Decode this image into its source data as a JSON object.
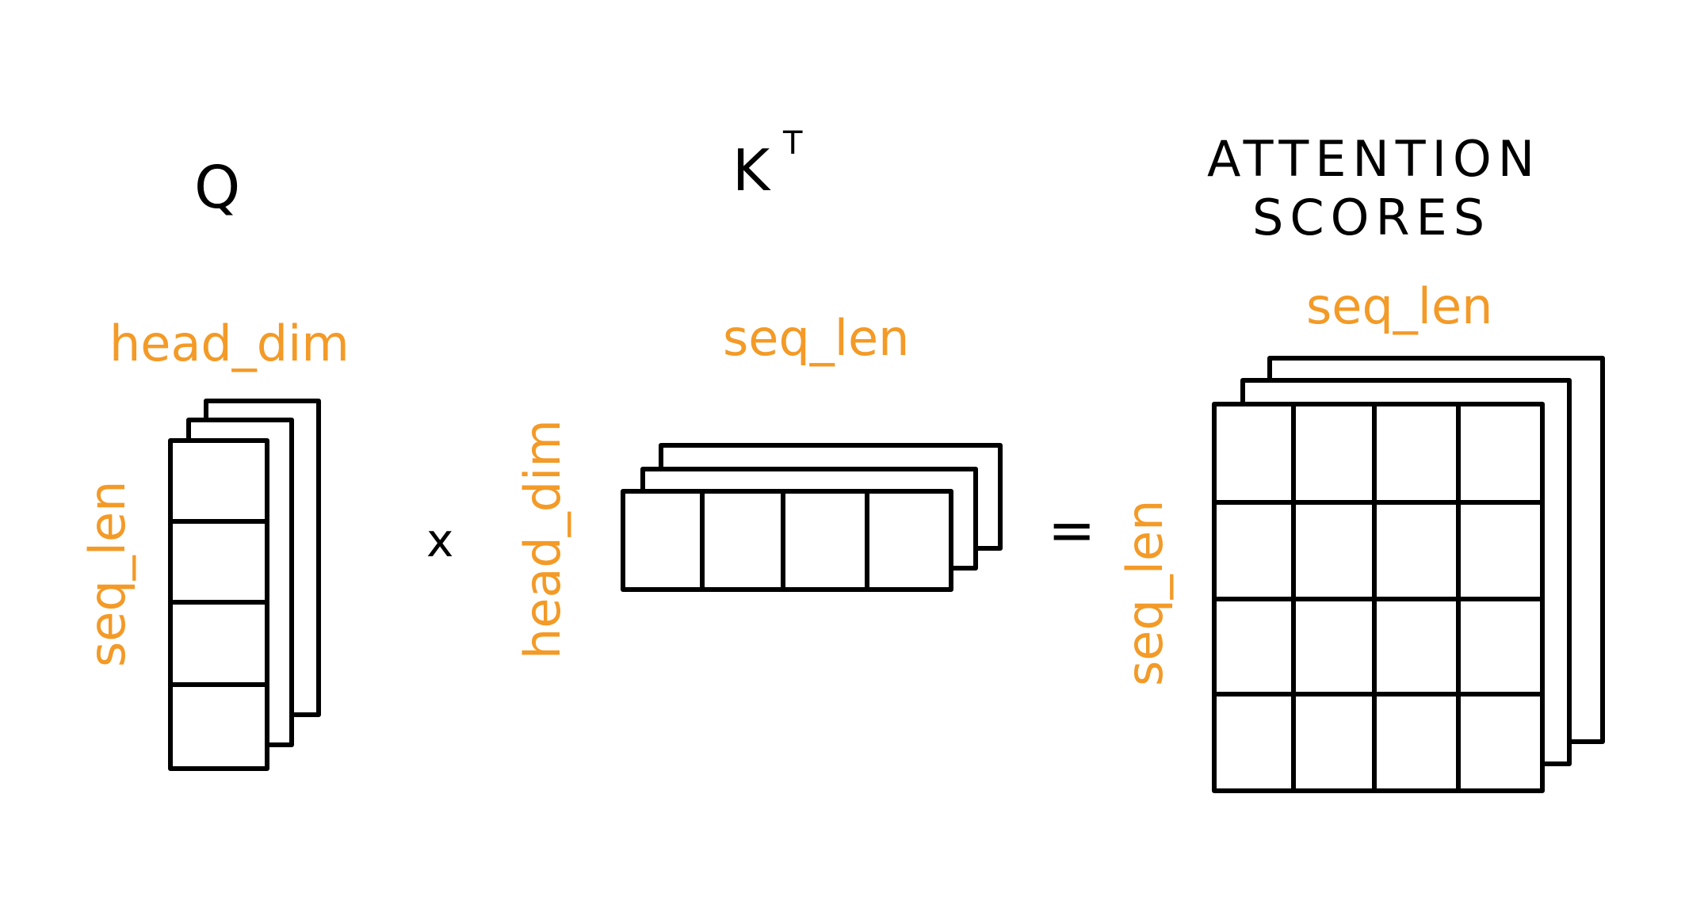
{
  "q": {
    "title": "Q",
    "top_label": "head_dim",
    "side_label": "seq_len"
  },
  "kt": {
    "title": "K",
    "superscript": "T",
    "top_label": "seq_len",
    "side_label": "head_dim"
  },
  "scores": {
    "title_line1": "ATTENTION",
    "title_line2": "SCORES",
    "top_label": "seq_len",
    "side_label": "seq_len"
  },
  "operators": {
    "multiply": "x",
    "equals": "="
  },
  "colors": {
    "ink": "#000000",
    "accent": "#f39a27",
    "background": "#ffffff"
  }
}
